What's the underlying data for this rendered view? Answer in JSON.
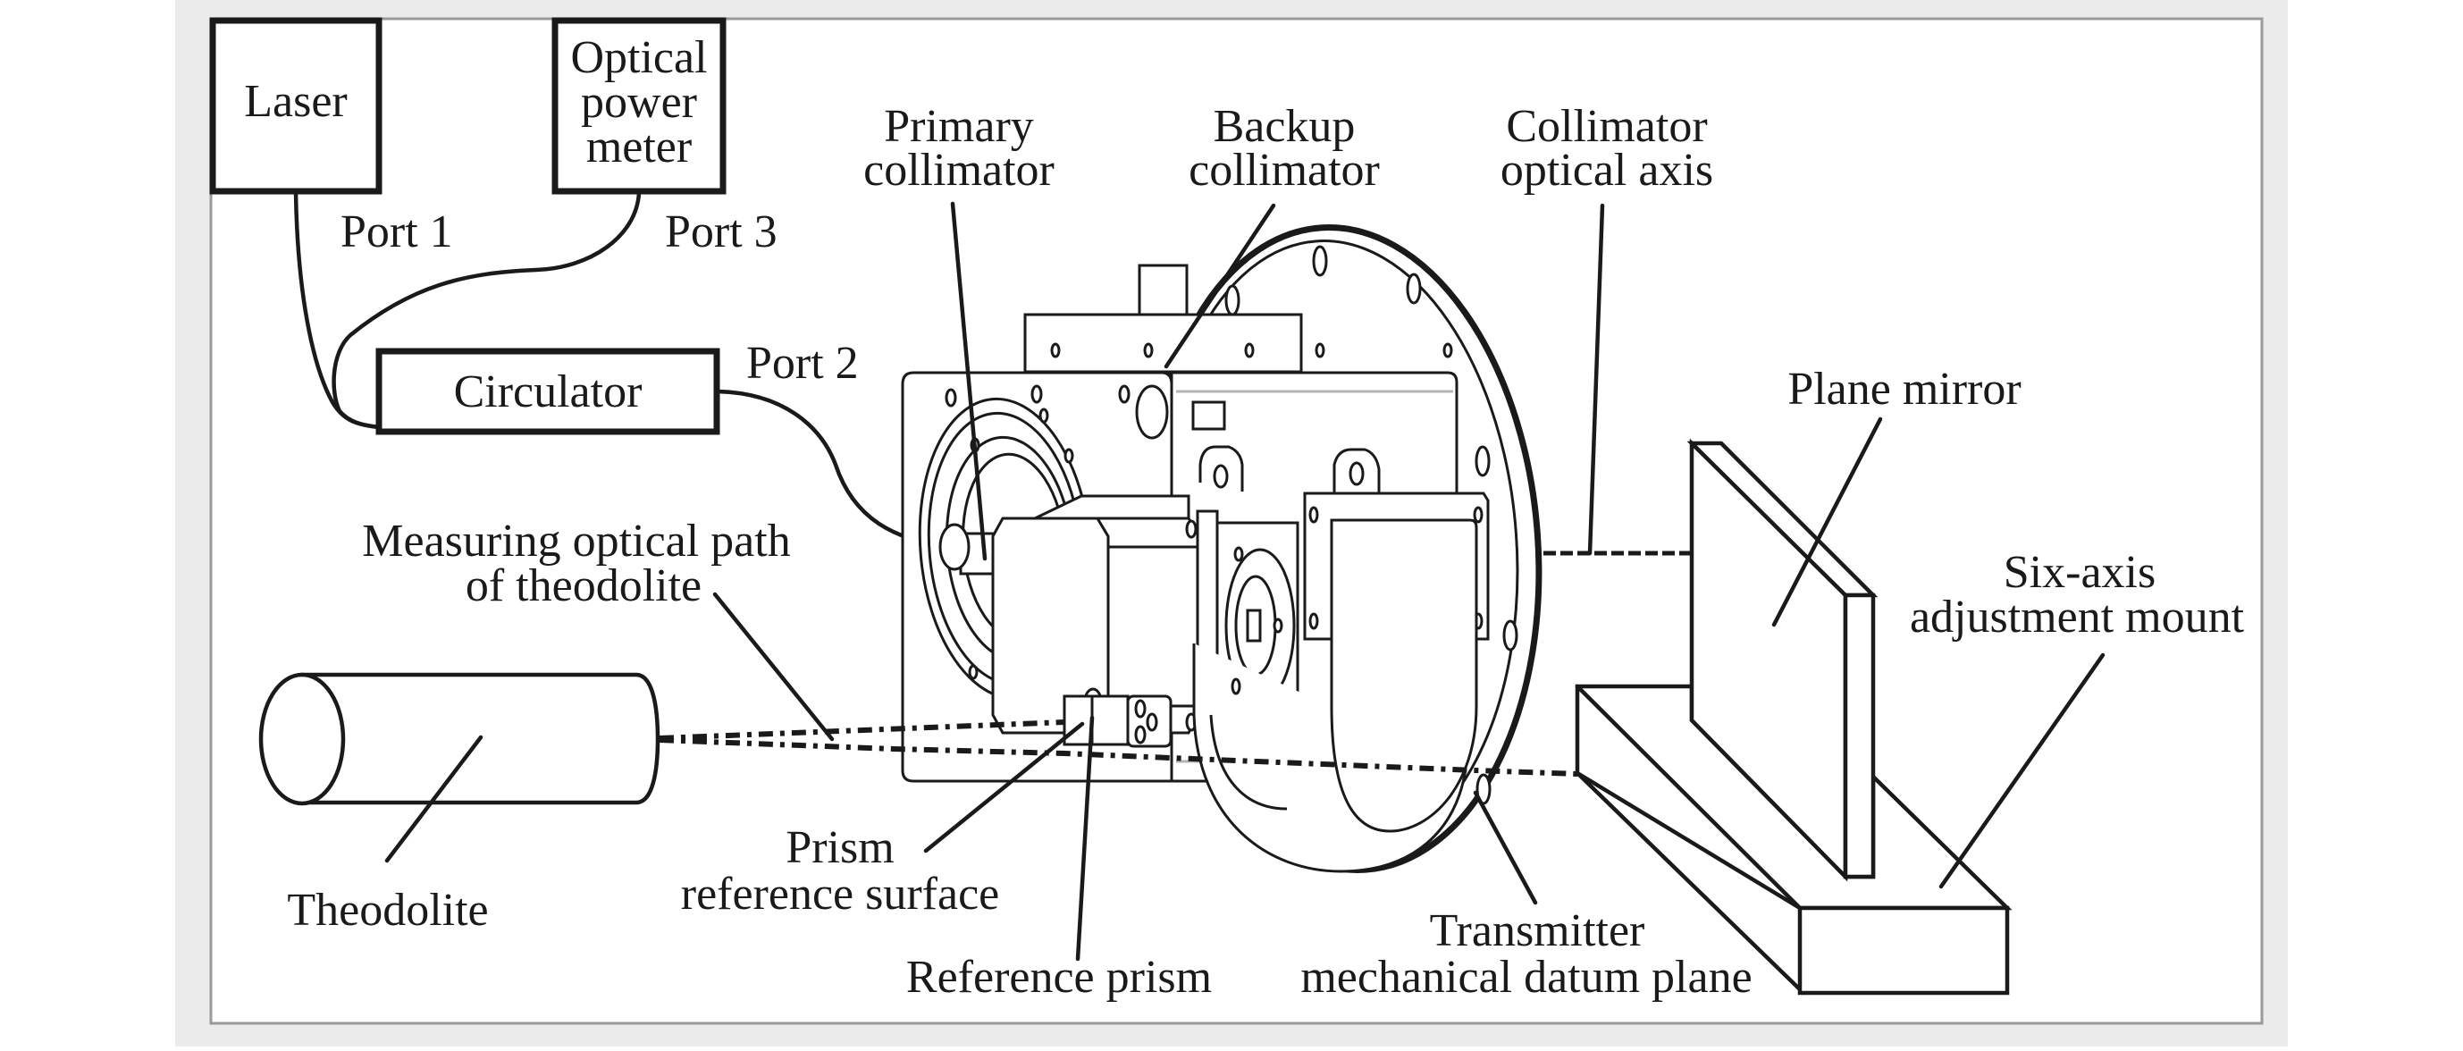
{
  "figure": {
    "background_color": "#ebebeb",
    "frame_color": "#9a9a9a",
    "ink_color": "#1a1a1a"
  },
  "components": {
    "laser": {
      "label": "Laser"
    },
    "power_meter": {
      "label_lines": [
        "Optical",
        "power",
        "meter"
      ]
    },
    "circulator": {
      "label": "Circulator"
    },
    "theodolite": {
      "label": "Theodolite"
    },
    "plane_mirror": {
      "label": "Plane mirror"
    },
    "mount": {
      "label_lines": [
        "Six-axis",
        "adjustment mount"
      ]
    }
  },
  "ports": {
    "port1": "Port 1",
    "port2": "Port 2",
    "port3": "Port 3"
  },
  "callouts": {
    "primary_collimator": [
      "Primary",
      "collimator"
    ],
    "backup_collimator": [
      "Backup",
      "collimator"
    ],
    "collimator_optical_axis": [
      "Collimator",
      "optical axis"
    ],
    "measuring_path": [
      "Measuring optical path",
      "of theodolite"
    ],
    "prism_reference_surface": [
      "Prism",
      "reference surface"
    ],
    "reference_prism": "Reference prism",
    "transmitter_datum": [
      "Transmitter",
      "mechanical datum plane"
    ]
  }
}
